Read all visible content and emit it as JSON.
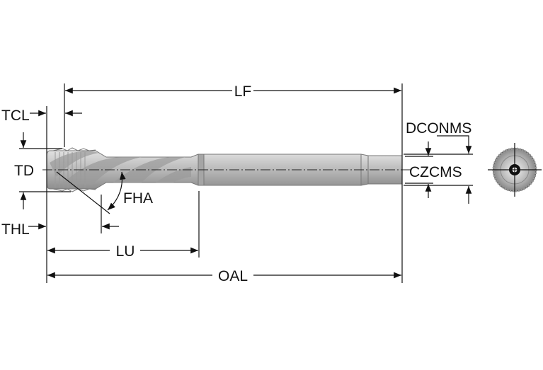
{
  "diagram": {
    "labels": {
      "lf": "LF",
      "tcl": "TCL",
      "td": "TD",
      "fha": "FHA",
      "thl": "THL",
      "lu": "LU",
      "oal": "OAL",
      "dconms": "DCONMS",
      "czcms": "CZCMS"
    },
    "colors": {
      "line": "#111111",
      "body": "#b8b8b8",
      "body_dark": "#8a8a8a",
      "body_light": "#d8d8d8"
    }
  }
}
